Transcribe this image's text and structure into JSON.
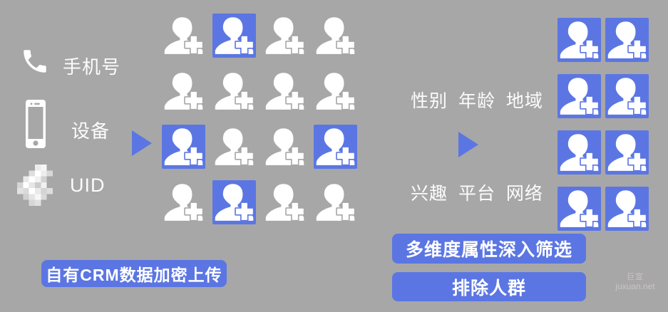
{
  "canvas": {
    "bg_color": "#a7a7a7",
    "accent_color": "#5b76e3",
    "text_color": "#fcfcfc"
  },
  "sources": {
    "items": [
      {
        "icon": "phone-icon",
        "label": "手机号"
      },
      {
        "icon": "smartphone-icon",
        "label": "设备"
      },
      {
        "icon": "uid-pixelated-icon",
        "label": "UID"
      }
    ]
  },
  "audience_pool": {
    "rows": 4,
    "cols": 4,
    "cells": [
      [
        "plain",
        "highlighted",
        "plain",
        "plain"
      ],
      [
        "plain",
        "plain",
        "plain",
        "plain"
      ],
      [
        "highlighted",
        "plain",
        "plain",
        "highlighted"
      ],
      [
        "plain",
        "highlighted",
        "plain",
        "plain"
      ]
    ]
  },
  "filters": {
    "demographic_label": "性别 年龄 地域",
    "interest_label": "兴趣 平台 网络"
  },
  "filtered_audience": {
    "rows": 4,
    "cols": 2,
    "cells": [
      [
        "highlighted",
        "highlighted"
      ],
      [
        "highlighted",
        "highlighted"
      ],
      [
        "highlighted",
        "highlighted"
      ],
      [
        "highlighted",
        "highlighted"
      ]
    ]
  },
  "buttons": {
    "upload_label": "自有CRM数据加密上传",
    "filter_label": "多维度属性深入筛选",
    "exclude_label": "排除人群"
  },
  "watermark": {
    "brand": "巨宣",
    "site": "juxuan.net"
  }
}
